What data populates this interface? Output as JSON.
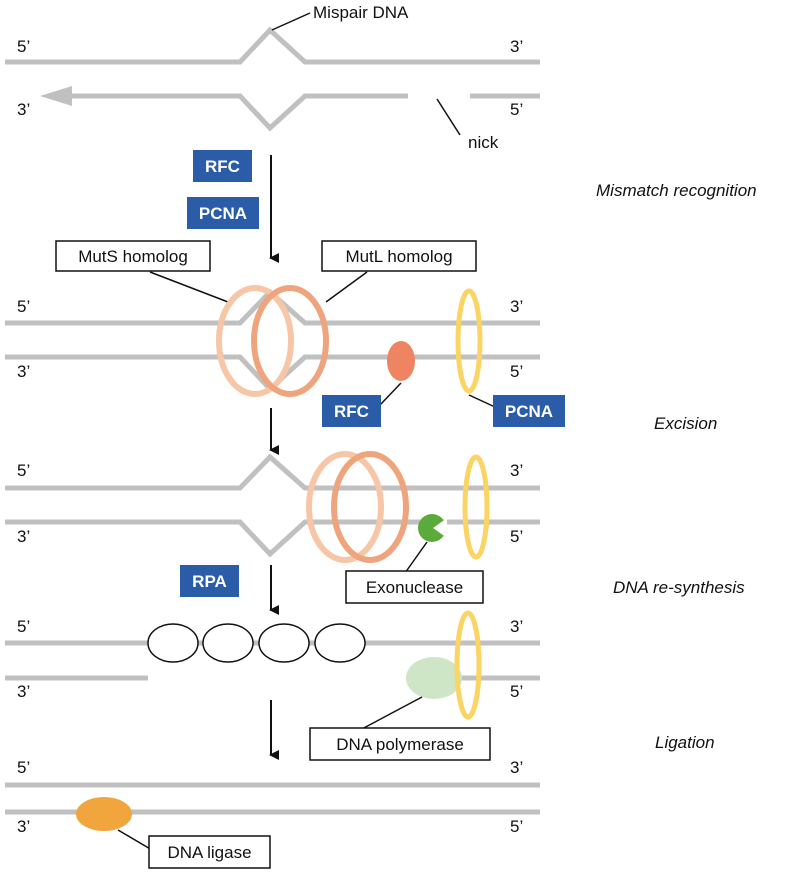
{
  "labels": {
    "five_prime": "5’",
    "three_prime": "3’",
    "mispair_dna": "Mispair DNA",
    "nick": "nick"
  },
  "steps": {
    "mismatch_recognition": "Mismatch recognition",
    "excision": "Excision",
    "dna_resynthesis": "DNA re-synthesis",
    "ligation": "Ligation"
  },
  "badges": {
    "rfc": "RFC",
    "pcna": "PCNA",
    "rpa": "RPA"
  },
  "boxes": {
    "muts_homolog": "MutS homolog",
    "mutl_homolog": "MutL homolog",
    "exonuclease": "Exonuclease",
    "dna_polymerase": "DNA polymerase",
    "dna_ligase": "DNA ligase"
  },
  "colors": {
    "strand": "#c0c0c0",
    "badge": "#2a5ca8",
    "muts": "#f7c6a6",
    "mutl": "#eea57d",
    "rfc_protein": "#ee8462",
    "pcna_ring": "#fbd464",
    "exonuclease": "#5aaa3c",
    "dna_polymerase": "#cfe6c6",
    "dna_ligase": "#f0a63c"
  }
}
